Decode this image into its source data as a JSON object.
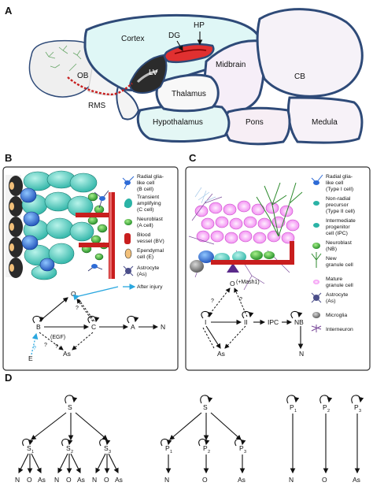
{
  "panels": {
    "a": "A",
    "b": "B",
    "c": "C",
    "d": "D"
  },
  "brain": {
    "ob": "OB",
    "rms": "RMS",
    "cortex": "Cortex",
    "dg": "DG",
    "hp": "HP",
    "lv": "LV",
    "thalamus": "Thalamus",
    "midbrain": "Midbrain",
    "cb": "CB",
    "hypothalamus": "Hypothalamus",
    "pons": "Pons",
    "medula": "Medula"
  },
  "legend_b": [
    {
      "lines": [
        "Radial glia-",
        "like cell",
        "(B cell)"
      ]
    },
    {
      "lines": [
        "Transient",
        "amplifying",
        "(C cell)"
      ]
    },
    {
      "lines": [
        "Neuroblast",
        "(A cell)"
      ]
    },
    {
      "lines": [
        "Blood",
        "vessel (BV)"
      ]
    },
    {
      "lines": [
        "Ependymal",
        "cell (E)"
      ]
    },
    {
      "lines": [
        "Astrocyte",
        "(As)"
      ]
    },
    {
      "lines": [
        "After injury"
      ]
    }
  ],
  "legend_c": [
    {
      "lines": [
        "Radial glia-",
        "like cell",
        "(Type I cell)"
      ]
    },
    {
      "lines": [
        "Non-radial",
        "precursor",
        "(Type II cell)"
      ]
    },
    {
      "lines": [
        "Intermediate",
        "progenitor",
        "cell (IPC)"
      ]
    },
    {
      "lines": [
        "Neuroblast",
        "(NB)"
      ]
    },
    {
      "lines": [
        "New",
        "granule cell"
      ]
    },
    {
      "lines": [
        "Mature",
        "granule cell"
      ]
    },
    {
      "lines": [
        "Astrocyte",
        "(As)"
      ]
    },
    {
      "lines": [
        "Microglia"
      ]
    },
    {
      "lines": [
        "Interneuron"
      ]
    }
  ],
  "lineage_b": {
    "o": "O",
    "b": "B",
    "c": "C",
    "a": "A",
    "n": "N",
    "e": "E",
    "as": "As",
    "egf": "(EGF)",
    "q1": "?",
    "q2": "?",
    "q3": "?",
    "q4": "?"
  },
  "lineage_c": {
    "o": "O",
    "mash": "(+Mash1)",
    "i": "I",
    "ii": "II",
    "ipc": "IPC",
    "nb": "NB",
    "n": "N",
    "as": "As",
    "q1": "?",
    "q2": "?"
  },
  "model_d1": {
    "s": "S",
    "s1": "S",
    "s1sub": "1",
    "s2": "S",
    "s2sub": "2",
    "s3": "S",
    "s3sub": "3",
    "out": [
      "N",
      "O",
      "As",
      "N",
      "O",
      "As",
      "N",
      "O",
      "As"
    ]
  },
  "model_d2": {
    "s": "S",
    "p1": "P",
    "p1sub": "1",
    "p2": "P",
    "p2sub": "2",
    "p3": "P",
    "p3sub": "3",
    "out": [
      "N",
      "O",
      "As"
    ]
  },
  "model_d3": {
    "p1": "P",
    "p1sub": "1",
    "p2": "P",
    "p2sub": "2",
    "p3": "P",
    "p3sub": "3",
    "out": [
      "N",
      "O",
      "As"
    ]
  }
}
